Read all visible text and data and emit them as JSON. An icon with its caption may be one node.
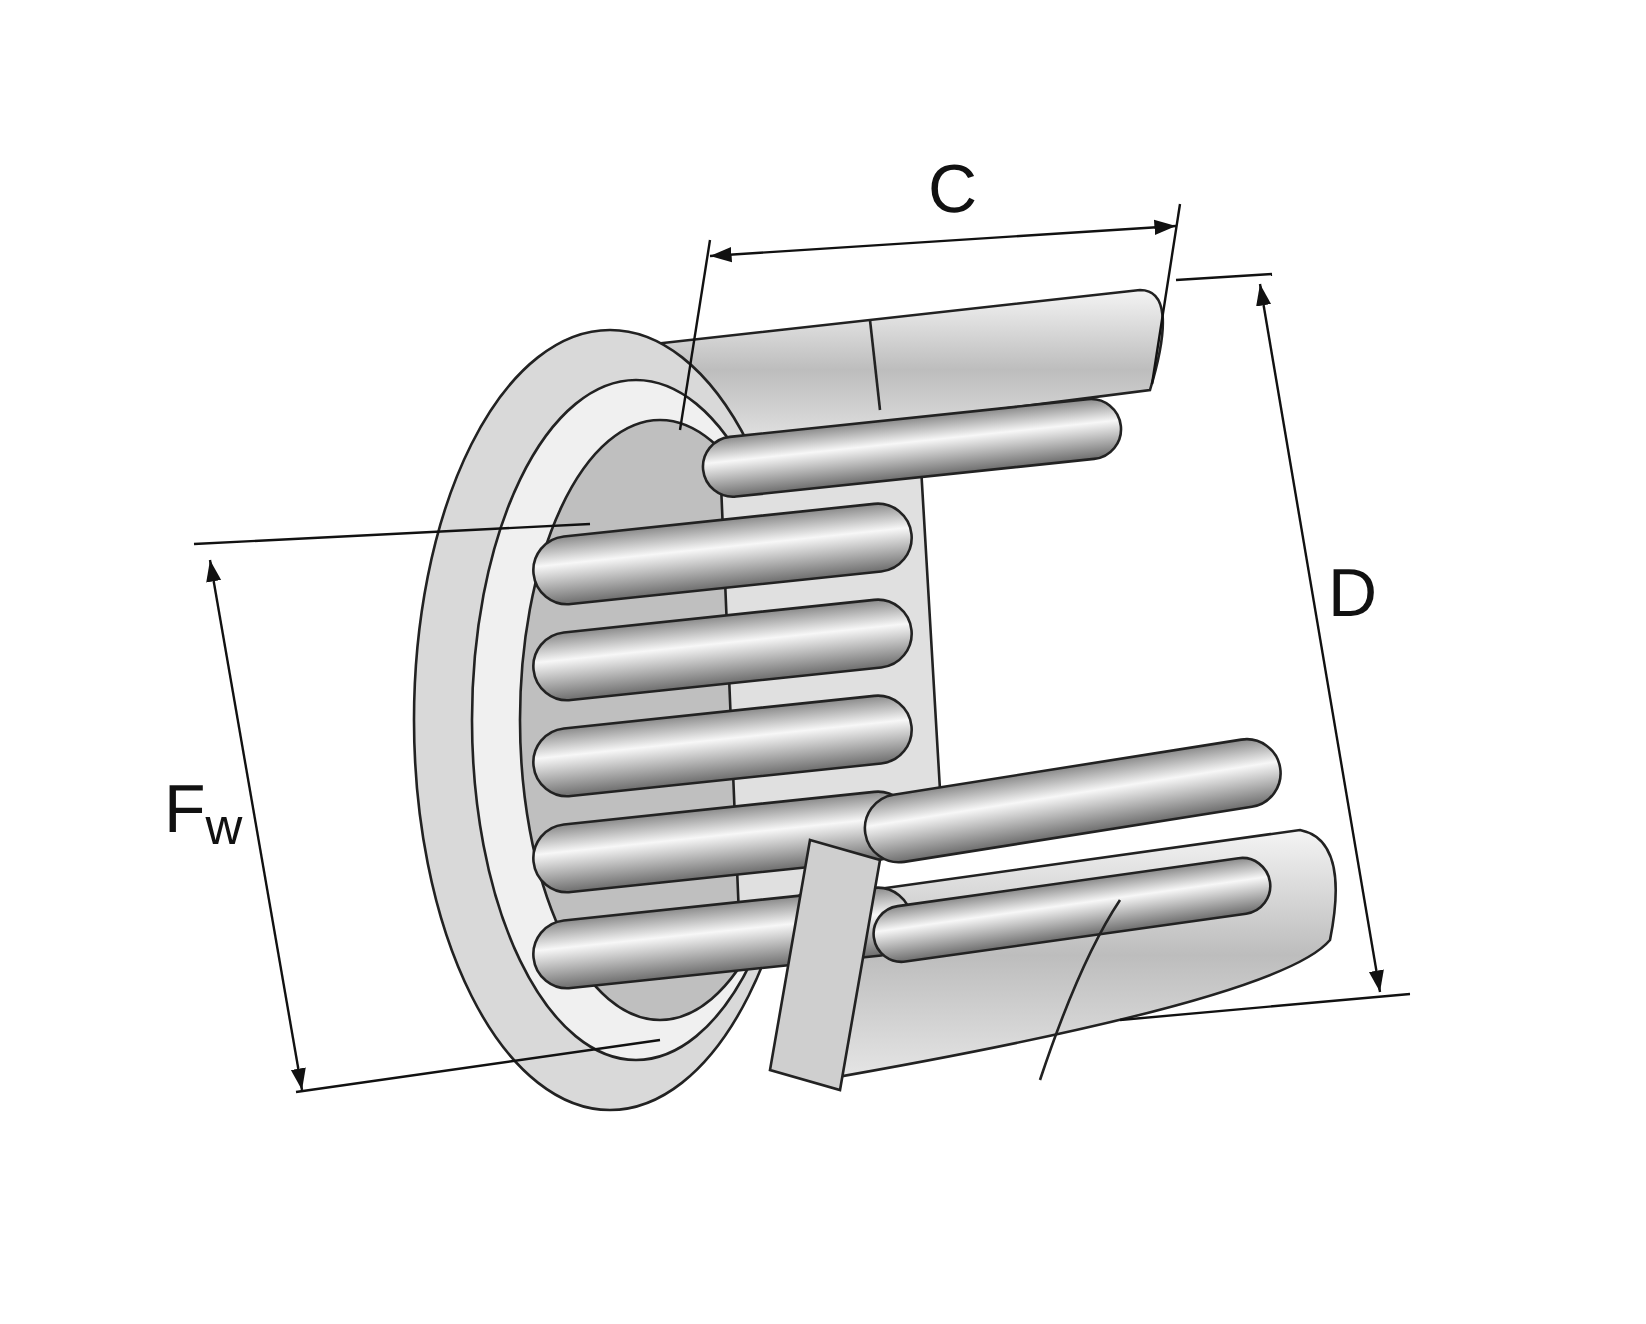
{
  "diagram": {
    "labels": [
      "C",
      "D",
      "F$_{w}$"
    ]
  }
}
